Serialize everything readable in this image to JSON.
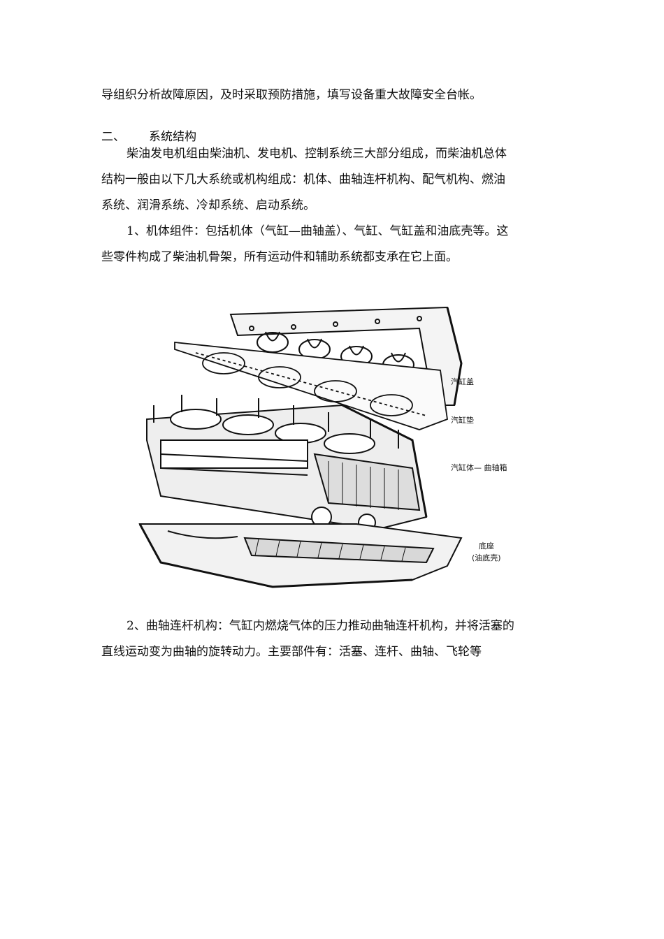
{
  "page": {
    "line_top": "导组织分析故障原因，及时采取预防措施，填写设备重大故障安全台帐。",
    "section": {
      "number": "二、",
      "title": "系统结构"
    },
    "para_intro_1": "柴油发电机组由柴油机、发电机、控制系统三大部分组成，而柴油机总体",
    "para_intro_2": "结构一般由以下几大系统或机构组成：机体、曲轴连杆机构、配气机构、燃油",
    "para_intro_3": "系统、润滑系统、冷却系统、启动系统。",
    "para_body_1a": "1、机体组件：包括机体（气缸—曲轴盖）、气缸、气缸盖和油底壳等。这",
    "para_body_1b": "些零件构成了柴油机骨架，所有运动件和辅助系统都支承在它上面。",
    "para_crank_a": "2、曲轴连杆机构：气缸内燃烧气体的压力推动曲轴连杆机构，并将活塞的",
    "para_crank_b": "直线运动变为曲轴的旋转动力。主要部件有：活塞、连杆、曲轴、飞轮等"
  },
  "figure": {
    "labels": {
      "head": "汽缸盖",
      "gasket": "汽缸垫",
      "block": "汽缸体— 曲轴箱",
      "base": "底座",
      "base_sub": "(油底壳)"
    }
  }
}
